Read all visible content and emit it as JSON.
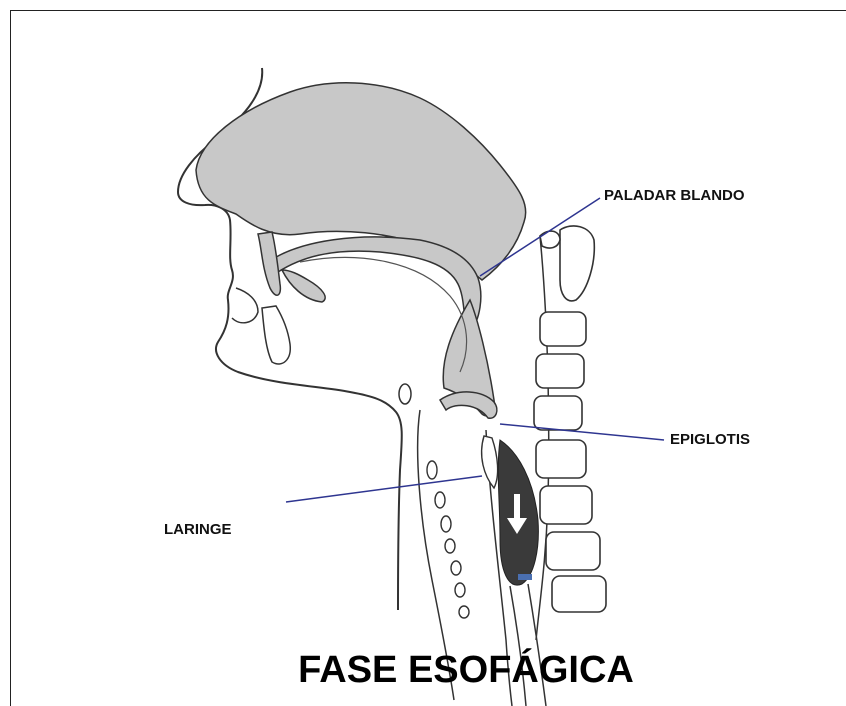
{
  "labels": {
    "paladar_blando": "PALADAR BLANDO",
    "epiglotis": "EPIGLOTIS",
    "laringe": "LARINGE"
  },
  "title": "FASE ESOFÁGICA",
  "colors": {
    "tissue_gray": "#c8c8c8",
    "bolus_dark": "#3a3a3a",
    "leader_line": "#2e3590",
    "outline": "#333333"
  }
}
